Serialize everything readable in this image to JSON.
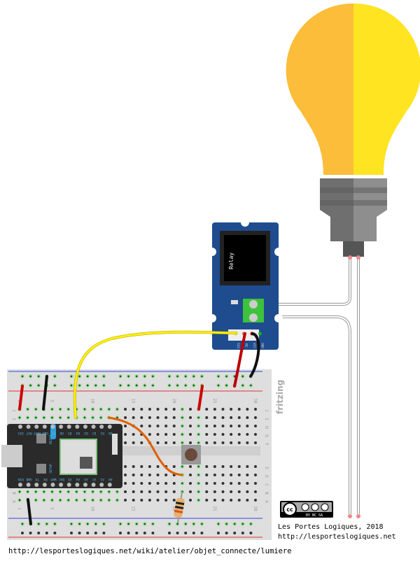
{
  "relay": {
    "label": "Relay",
    "pins": [
      "SIG",
      "NC",
      "VCC",
      "GND"
    ]
  },
  "breadboard": {
    "brand": "fritzing",
    "row_letters_top": [
      "J",
      "I",
      "H",
      "G",
      "F"
    ],
    "row_letters_bottom": [
      "E",
      "D",
      "C",
      "B",
      "A"
    ],
    "column_numbers": [
      "1",
      "5",
      "10",
      "15",
      "20",
      "25",
      "30"
    ]
  },
  "photon": {
    "top_pins": [
      "3V3",
      "RST",
      "VBAT",
      "GND",
      "D7",
      "D6",
      "D5",
      "D4",
      "D3",
      "D2",
      "D1",
      "D0"
    ],
    "bottom_pins": [
      "VIN",
      "GND",
      "TX",
      "RX",
      "WKP",
      "DAC",
      "A5",
      "A4",
      "A3",
      "A2",
      "A1",
      "A0"
    ],
    "buttons": [
      "RESET",
      "SETUP"
    ]
  },
  "license": {
    "cc": "cc",
    "terms": "BY NC SA"
  },
  "credit": {
    "name": "Les Portes Logiques, 2018",
    "site": "http://lesporteslogiques.net"
  },
  "footer_url": "http://lesporteslogiques.net/wiki/atelier/objet_connecte/lumiere",
  "colors": {
    "bulb_left": "#FBBD3A",
    "bulb_right": "#FFE422",
    "relay_board": "#1E4C8E",
    "terminal": "#3CC23C",
    "breadboard": "#DEDEDE"
  }
}
